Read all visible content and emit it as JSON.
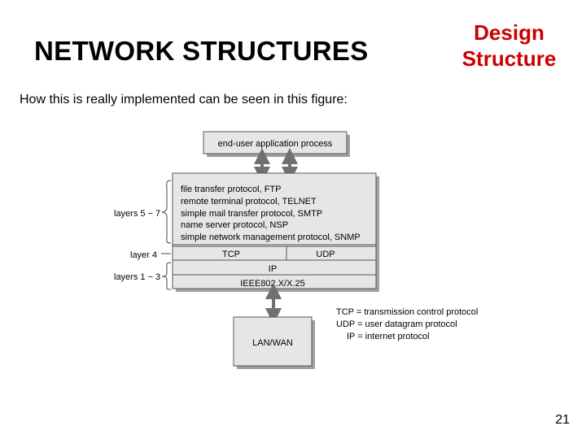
{
  "slide": {
    "title": "NETWORK STRUCTURES",
    "section_line1": "Design",
    "section_line2": "Structure",
    "intro": "How this is really implemented can be seen in this figure:",
    "page_number": "21"
  },
  "diagram": {
    "app_box": "end-user application process",
    "protocols": [
      "file transfer protocol, FTP",
      "remote terminal protocol, TELNET",
      "simple mail transfer protocol, SMTP",
      "name server protocol, NSP",
      "simple network management protocol, SNMP"
    ],
    "tcp": "TCP",
    "udp": "UDP",
    "ip": "IP",
    "ieee": "IEEE802.X/X.25",
    "lan": "LAN/WAN",
    "layer_labels": {
      "upper": "layers 5 − 7",
      "middle": "layer 4",
      "lower": "layers 1 − 3"
    },
    "legend": [
      "TCP = transmission control protocol",
      "UDP = user datagram protocol",
      "IP = internet protocol"
    ]
  }
}
